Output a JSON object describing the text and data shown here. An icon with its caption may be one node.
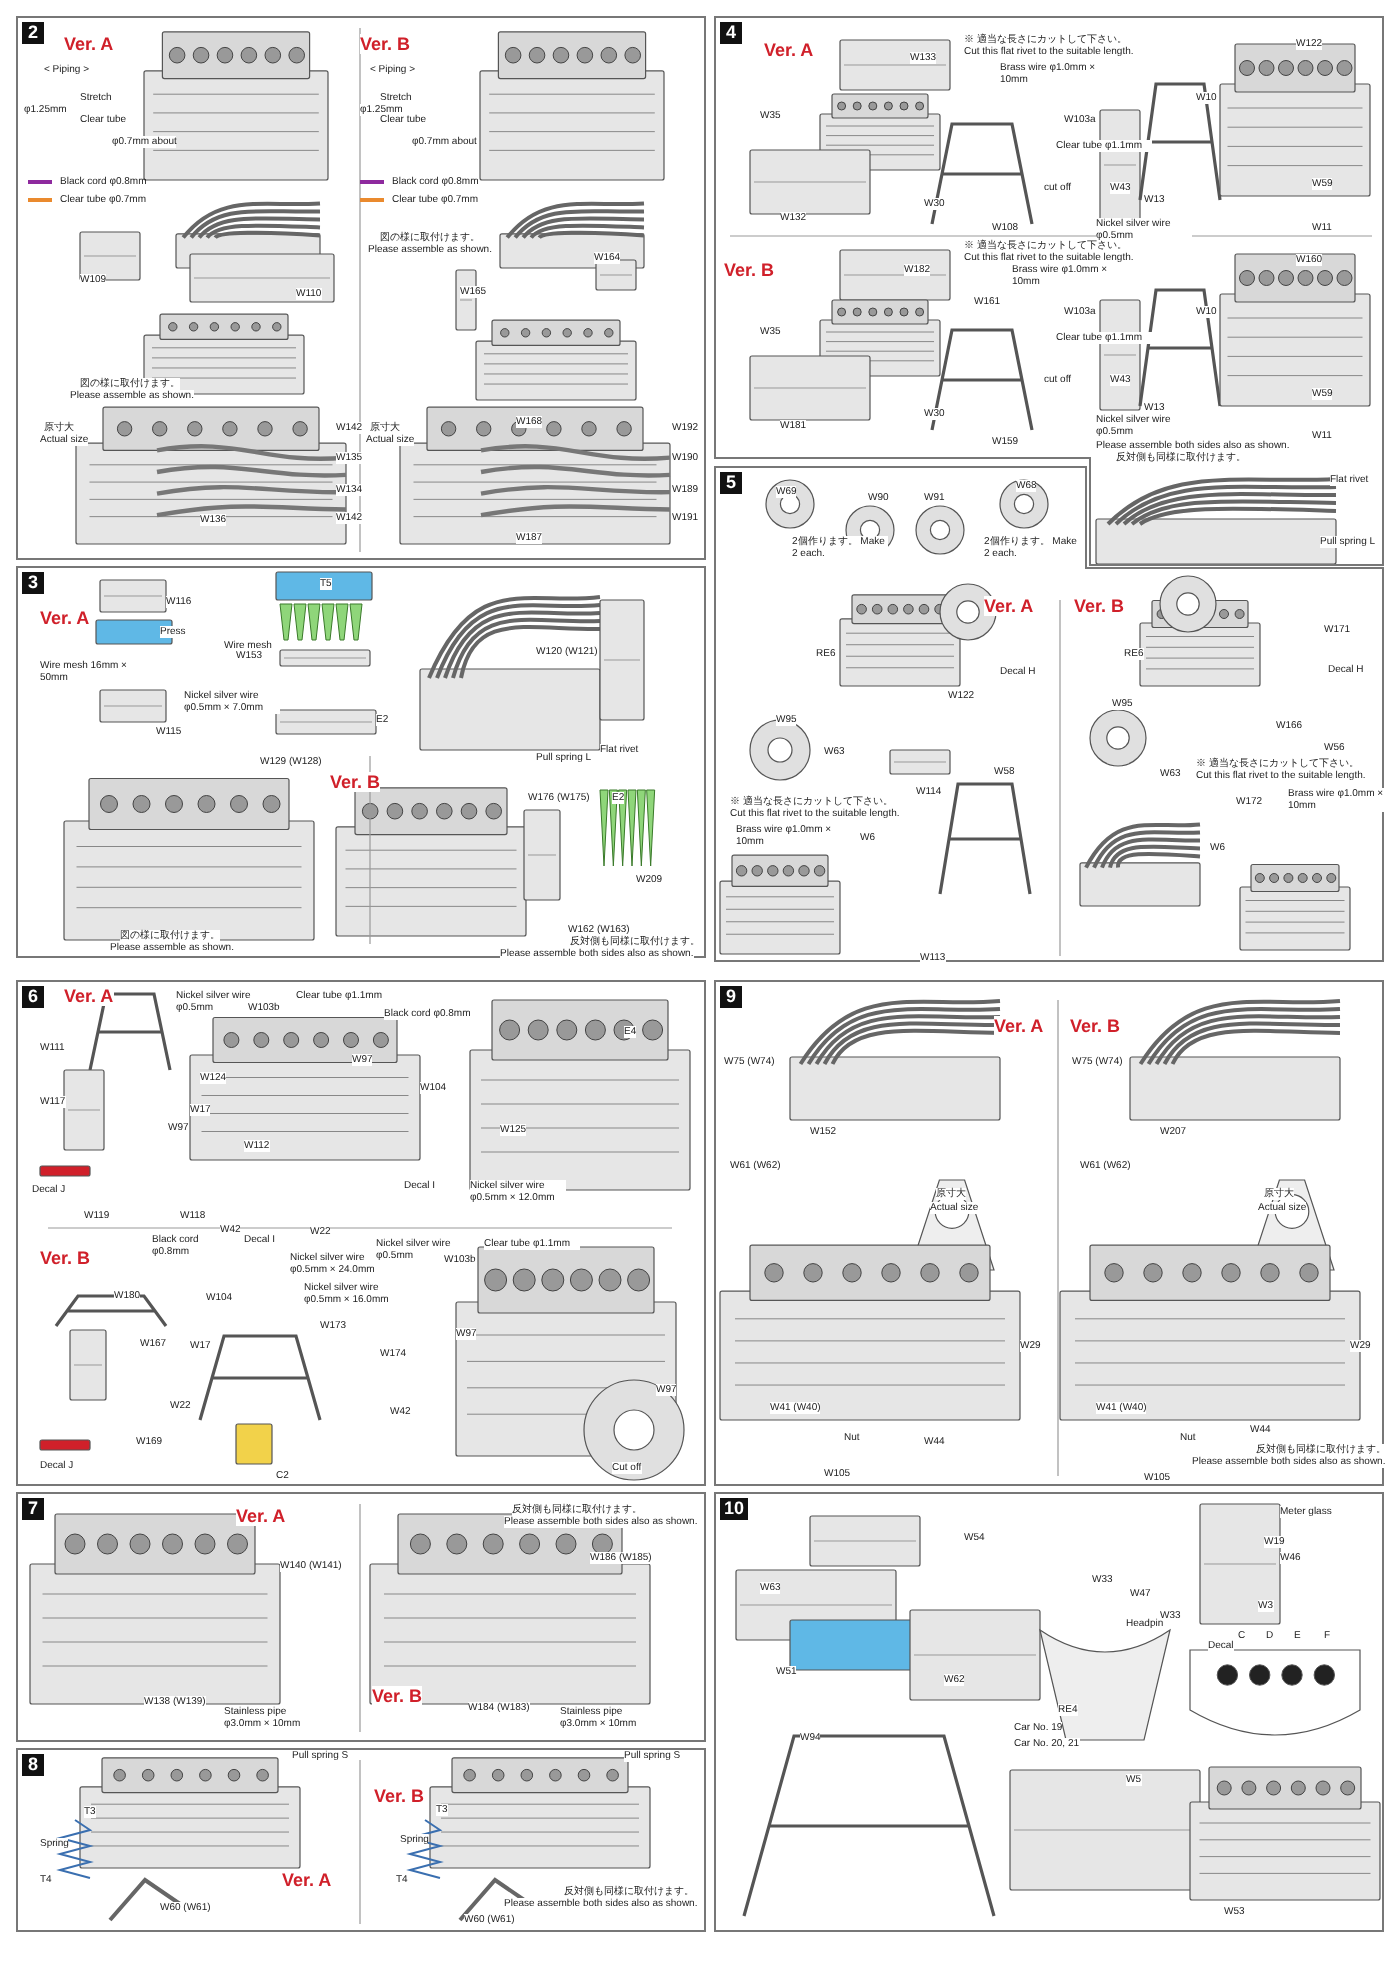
{
  "diagram": {
    "nodes": [
      {
        "text": [
          "2"
        ]
      },
      {
        "text": [
          "4"
        ]
      },
      {
        "text": [
          "3"
        ]
      },
      {
        "text": [
          "5"
        ]
      },
      {
        "text": [
          "6"
        ]
      },
      {
        "text": [
          "9"
        ]
      },
      {
        "text": [
          "7"
        ]
      },
      {
        "text": [
          "10"
        ]
      },
      {
        "text": [
          "8"
        ]
      }
    ],
    "labels": [
      "Ver. A",
      "< Piping >",
      "Stretch",
      "φ1.25mm",
      "Clear tube",
      "φ0.7mm about",
      "W109",
      "W110",
      "図の様に取付けます。",
      "Please assemble as shown.",
      "原寸大",
      "Actual size",
      "W142",
      "W135",
      "W134",
      "W136",
      "W142",
      "Ver. B",
      "< Piping >",
      "Stretch",
      "φ1.25mm",
      "Clear tube",
      "φ0.7mm about",
      "図の様に取付けます。",
      "Please assemble as shown.",
      "W165",
      "W164",
      "原寸大",
      "Actual size",
      "W168",
      "W192",
      "W190",
      "W189",
      "W191",
      "W187",
      "Ver. A",
      "※ 適当な長さにカットして下さい。",
      "Cut this flat rivet to the suitable length.",
      "W133",
      "Brass wire φ1.0mm × 10mm",
      "W122",
      "W35",
      "W103a",
      "W10",
      "Clear tube φ1.1mm",
      "cut off",
      "W43",
      "W30",
      "W132",
      "W108",
      "W13",
      "W59",
      "W11",
      "Nickel silver wire φ0.5mm",
      "Ver. B",
      "※ 適当な長さにカットして下さい。",
      "Cut this flat rivet to the suitable length.",
      "W182",
      "Brass wire φ1.0mm × 10mm",
      "W160",
      "W35",
      "W161",
      "W103a",
      "W10",
      "Clear tube φ1.1mm",
      "cut off",
      "W43",
      "W30",
      "W181",
      "W159",
      "W13",
      "W59",
      "W11",
      "Nickel silver wire φ0.5mm",
      "Please assemble both sides also as shown.",
      "反対側も同様に取付けます。",
      "Flat rivet",
      "Pull spring L",
      "Ver. A",
      "W116",
      "Press",
      "Wire mesh 16mm × 50mm",
      "W115",
      "Wire mesh",
      "T5",
      "W153",
      "Nickel silver wire φ0.5mm × 7.0mm",
      "E2",
      "W129 (W128)",
      "W120 (W121)",
      "Pull spring L",
      "Flat rivet",
      "図の様に取付けます。",
      "Please assemble as shown.",
      "Ver. B",
      "W176 (W175)",
      "E2",
      "W209",
      "W162 (W163)",
      "反対側も同様に取付けます。",
      "Please assemble both sides also as shown.",
      "W69",
      "W90",
      "W91",
      "W68",
      "2個作ります。 Make 2 each.",
      "2個作ります。 Make 2 each.",
      "Ver. A",
      "RE6",
      "W95",
      "W63",
      "W122",
      "Decal H",
      "W58",
      "W114",
      "※ 適当な長さにカットして下さい。",
      "Cut this flat rivet to the suitable length.",
      "Brass wire φ1.0mm × 10mm",
      "W6",
      "W113",
      "Ver. B",
      "RE6",
      "W171",
      "W95",
      "Decal H",
      "W166",
      "W56",
      "W63",
      "※ 適当な長さにカットして下さい。",
      "Cut this flat rivet to the suitable length.",
      "W172",
      "Brass wire φ1.0mm × 10mm",
      "W6",
      "Ver. A",
      "Nickel silver wire φ0.5mm",
      "W103b",
      "Clear tube φ1.1mm",
      "Black cord φ0.8mm",
      "W97",
      "W111",
      "W117",
      "W124",
      "W17",
      "W112",
      "Decal J",
      "W119",
      "W118",
      "W97",
      "W42",
      "W22",
      "W104",
      "Decal I",
      "W125",
      "Nickel silver wire φ0.5mm × 12.0mm",
      "E4",
      "Ver. B",
      "Black cord φ0.8mm",
      "Decal I",
      "W104",
      "Nickel silver wire φ0.5mm × 24.0mm",
      "Nickel silver wire φ0.5mm × 16.0mm",
      "W180",
      "W167",
      "W17",
      "W173",
      "W22",
      "W169",
      "Decal J",
      "C2",
      "Nickel silver wire φ0.5mm",
      "W103b",
      "Clear tube φ1.1mm",
      "W174",
      "W97",
      "W42",
      "W97",
      "Cut off",
      "Ver. A",
      "Ver. B",
      "W75 (W74)",
      "W152",
      "W61 (W62)",
      "原寸大",
      "Actual size",
      "W75 (W74)",
      "W207",
      "W61 (W62)",
      "原寸大",
      "Actual size",
      "W29",
      "W41 (W40)",
      "Nut",
      "W44",
      "W105",
      "W29",
      "W41 (W40)",
      "Nut",
      "W44",
      "W105",
      "反対側も同様に取付けます。",
      "Please assemble both sides also as shown.",
      "Ver. A",
      "W140 (W141)",
      "W138 (W139)",
      "Stainless pipe φ3.0mm × 10mm",
      "反対側も同様に取付けます。",
      "Please assemble both sides also as shown.",
      "W186 (W185)",
      "Ver. B",
      "W184 (W183)",
      "Stainless pipe φ3.0mm × 10mm",
      "Pull spring S",
      "T3",
      "Spring",
      "T4",
      "W60 (W61)",
      "Ver. A",
      "Ver. B",
      "Pull spring S",
      "T3",
      "Spring",
      "T4",
      "W60 (W61)",
      "反対側も同様に取付けます。",
      "Please assemble both sides also as shown.",
      "W63",
      "W54",
      "W51",
      "W62",
      "W94",
      "W33",
      "W47",
      "W33",
      "Meter glass",
      "W19",
      "W46",
      "W3",
      "Headpin",
      "Decal",
      "C",
      "D",
      "E",
      "F",
      "RE4",
      "Car No. 19",
      "Car No. 20, 21",
      "W5",
      "W53"
    ],
    "legend": [
      {
        "text": "Black cord φ0.8mm",
        "color": "#8e2a9e"
      },
      {
        "text": "Clear tube φ0.7mm",
        "color": "#ea8a2e"
      },
      {
        "text": "Black cord φ0.8mm",
        "color": "#8e2a9e"
      },
      {
        "text": "Clear tube φ0.7mm",
        "color": "#ea8a2e"
      }
    ]
  }
}
